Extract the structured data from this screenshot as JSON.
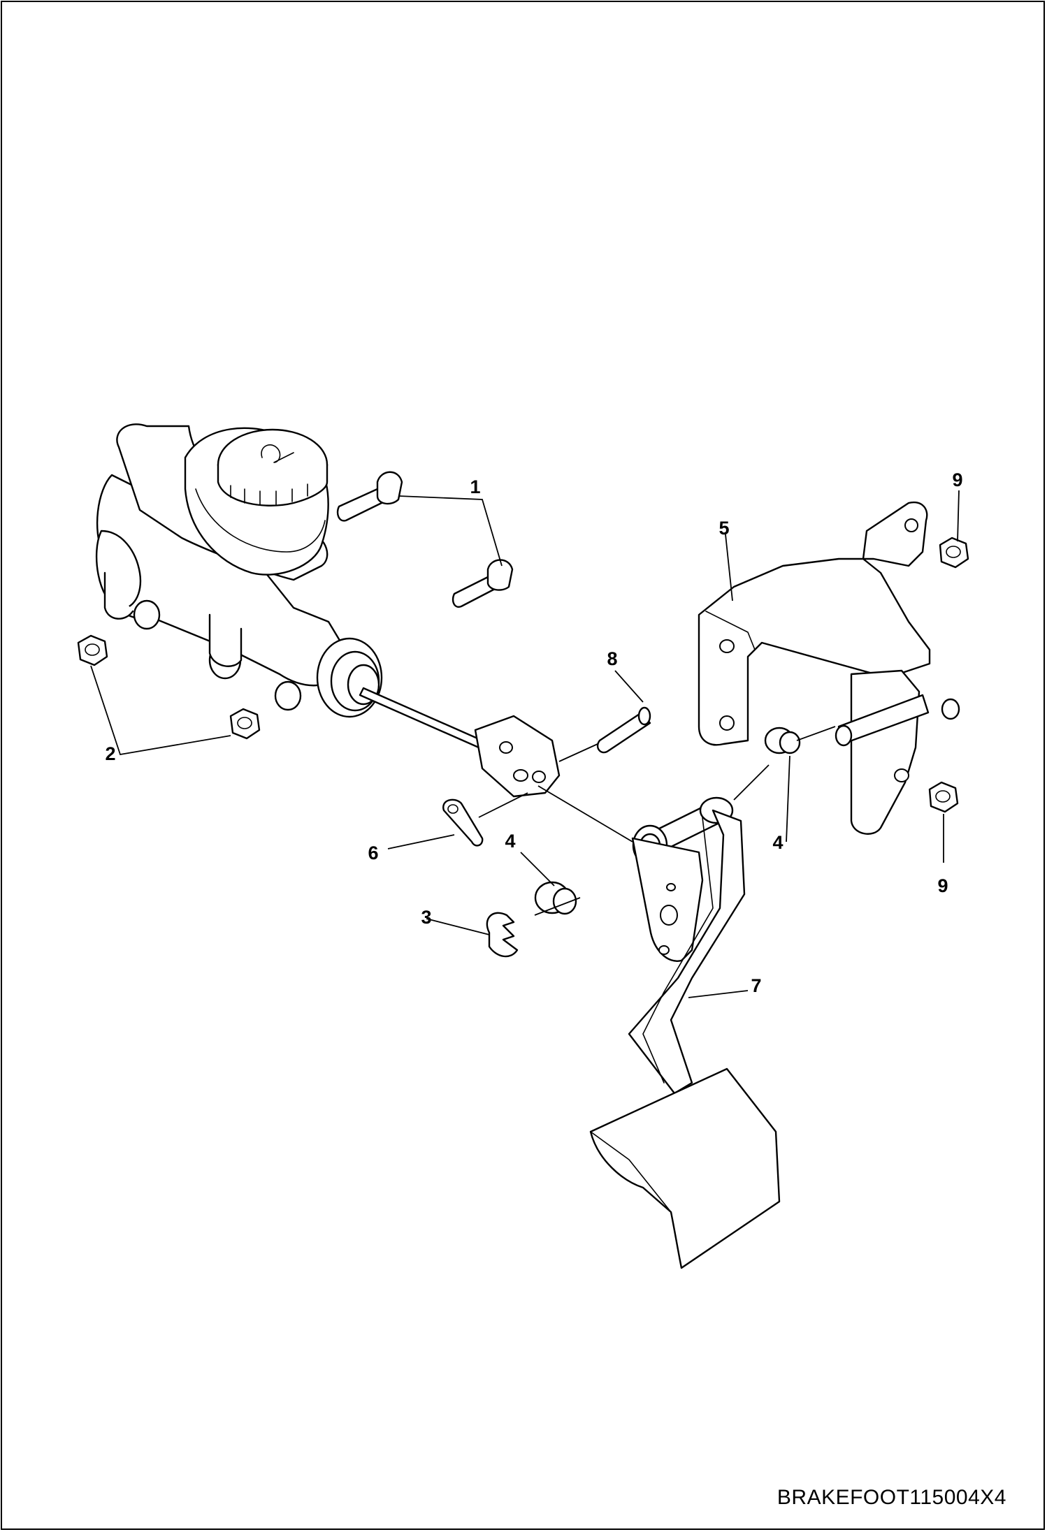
{
  "drawing_code": "BRAKEFOOT115004X4",
  "callouts": [
    {
      "id": "c1a",
      "label": "1"
    },
    {
      "id": "c2a",
      "label": "2"
    },
    {
      "id": "c3a",
      "label": "3"
    },
    {
      "id": "c4a",
      "label": "4"
    },
    {
      "id": "c4b",
      "label": "4"
    },
    {
      "id": "c5a",
      "label": "5"
    },
    {
      "id": "c6a",
      "label": "6"
    },
    {
      "id": "c7a",
      "label": "7"
    },
    {
      "id": "c8a",
      "label": "8"
    },
    {
      "id": "c9a",
      "label": "9"
    },
    {
      "id": "c9b",
      "label": "9"
    }
  ]
}
